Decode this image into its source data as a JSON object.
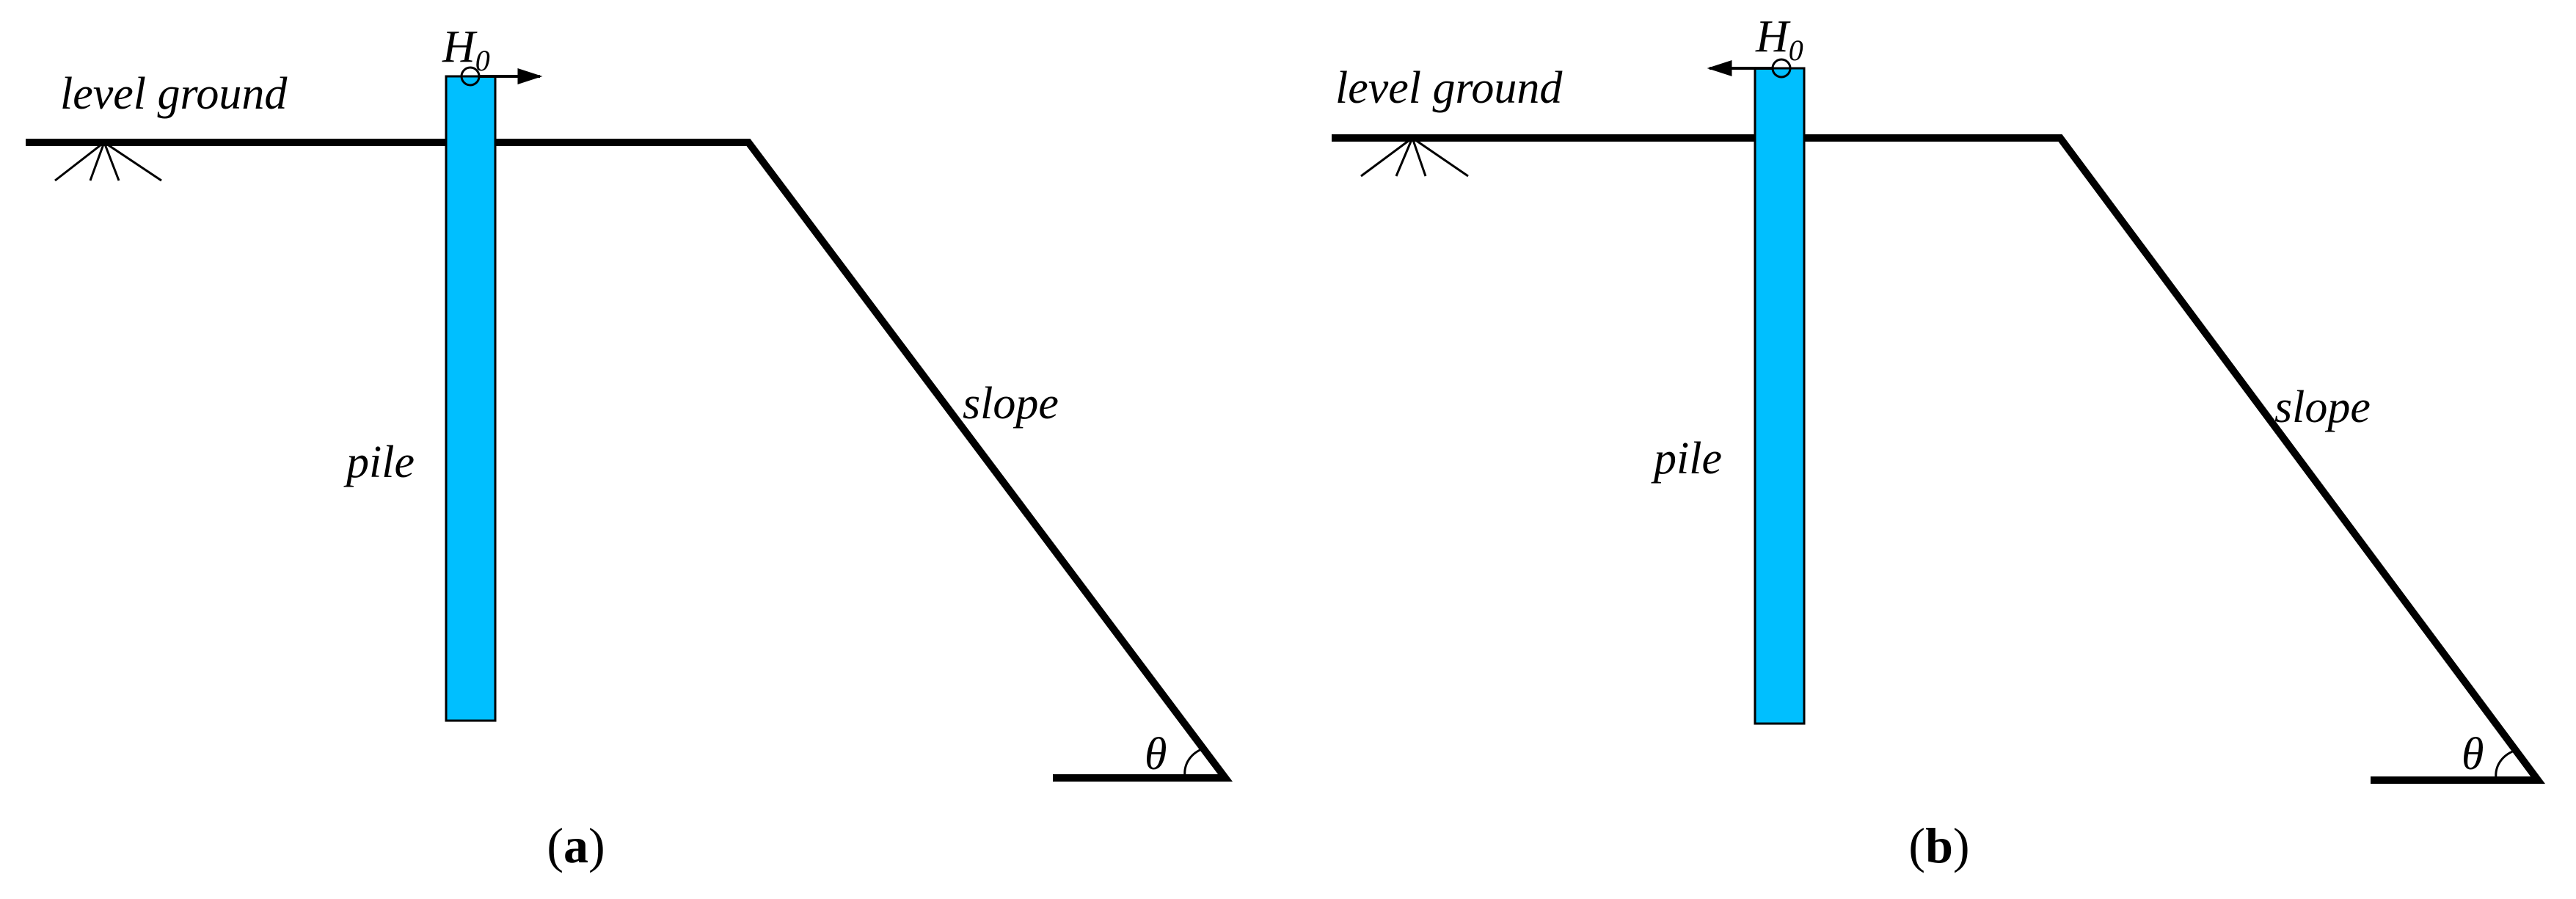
{
  "colors": {
    "pile_fill": "#00bfff",
    "line": "#000000",
    "background": "#ffffff"
  },
  "panels": [
    {
      "id": "a",
      "labels": {
        "ground": "level ground",
        "pile": "pile",
        "slope": "slope",
        "load_main": "H",
        "load_sub": "0",
        "angle": "θ"
      },
      "caption": {
        "open": "(",
        "letter": "a",
        "close": ")"
      },
      "load_direction": "right"
    },
    {
      "id": "b",
      "labels": {
        "ground": "level ground",
        "pile": "pile",
        "slope": "slope",
        "load_main": "H",
        "load_sub": "0",
        "angle": "θ"
      },
      "caption": {
        "open": "(",
        "letter": "b",
        "close": ")"
      },
      "load_direction": "left"
    }
  ]
}
